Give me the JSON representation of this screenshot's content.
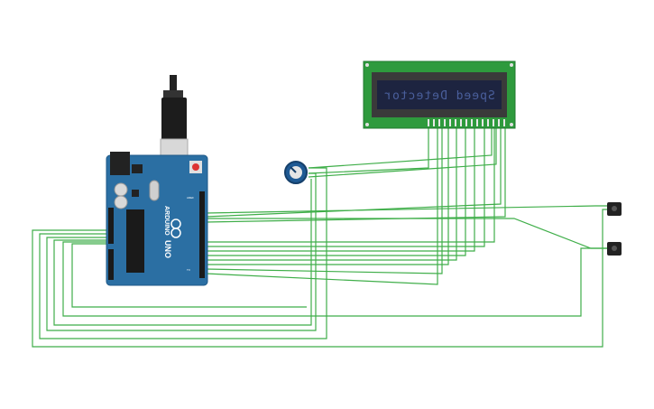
{
  "lcd": {
    "text": "Speed Detector"
  },
  "arduino": {
    "logo": "ARDUINO",
    "model": "UNO"
  },
  "colors": {
    "wire": "#3fae49",
    "board": "#2b6fa3",
    "lcd_pcb": "#2e9a3d",
    "lcd_screen": "#1d2440"
  }
}
